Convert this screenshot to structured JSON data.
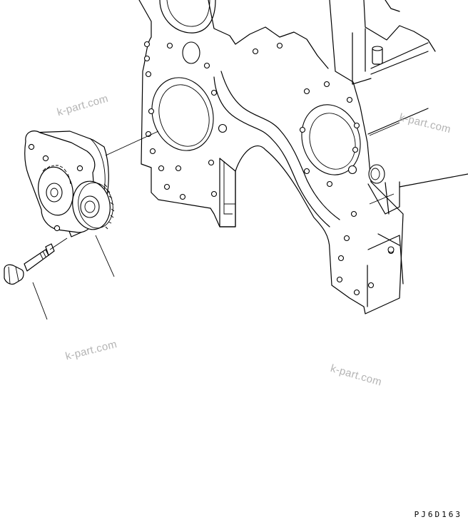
{
  "watermarks": [
    "k-part.com",
    "k-part.com",
    "k-part.com",
    "k-part.com"
  ],
  "drawing_code": "PJ6D163"
}
